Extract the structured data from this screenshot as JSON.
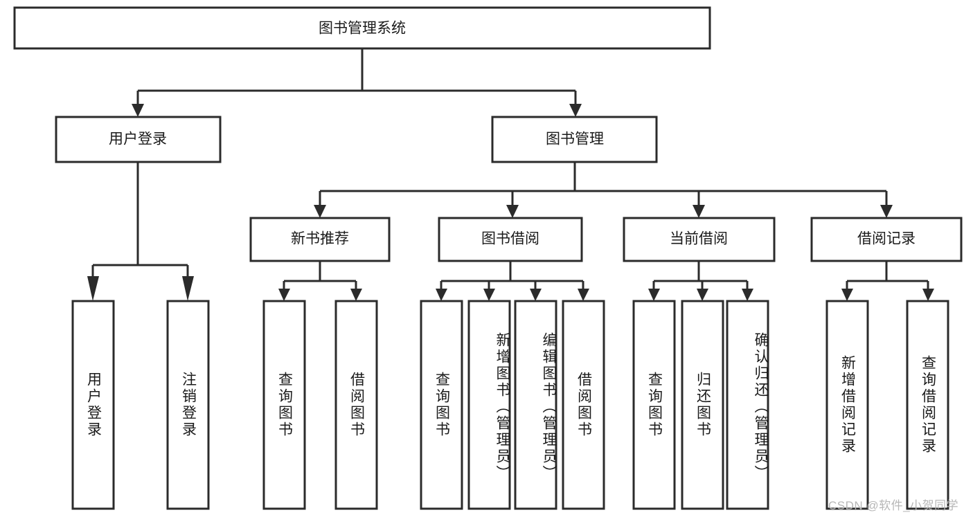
{
  "diagram": {
    "type": "tree",
    "title": "图书管理系统",
    "root": {
      "label": "图书管理系统"
    },
    "level2": [
      {
        "label": "用户登录"
      },
      {
        "label": "图书管理"
      }
    ],
    "level3": [
      {
        "label": "新书推荐"
      },
      {
        "label": "图书借阅"
      },
      {
        "label": "当前借阅"
      },
      {
        "label": "借阅记录"
      }
    ],
    "leaves": {
      "user_login": [
        {
          "label": "用户登录"
        },
        {
          "label": "注销登录"
        }
      ],
      "new_book_recommend": [
        {
          "label": "查询图书"
        },
        {
          "label": "借阅图书"
        }
      ],
      "book_borrow": [
        {
          "label": "查询图书"
        },
        {
          "label": "新增图书（管理员）"
        },
        {
          "label": "编辑图书（管理员）"
        },
        {
          "label": "借阅图书"
        }
      ],
      "current_borrow": [
        {
          "label": "查询图书"
        },
        {
          "label": "归还图书"
        },
        {
          "label": "确认归还（管理员）"
        }
      ],
      "borrow_record": [
        {
          "label": "新增借阅记录"
        },
        {
          "label": "查询借阅记录"
        }
      ]
    }
  },
  "watermark": {
    "text": "CSDN @软件_小贺同学"
  },
  "colors": {
    "stroke": "#2b2b2b",
    "fill": "#ffffff",
    "text": "#1a1a1a",
    "watermark": "#b7b7b7"
  }
}
